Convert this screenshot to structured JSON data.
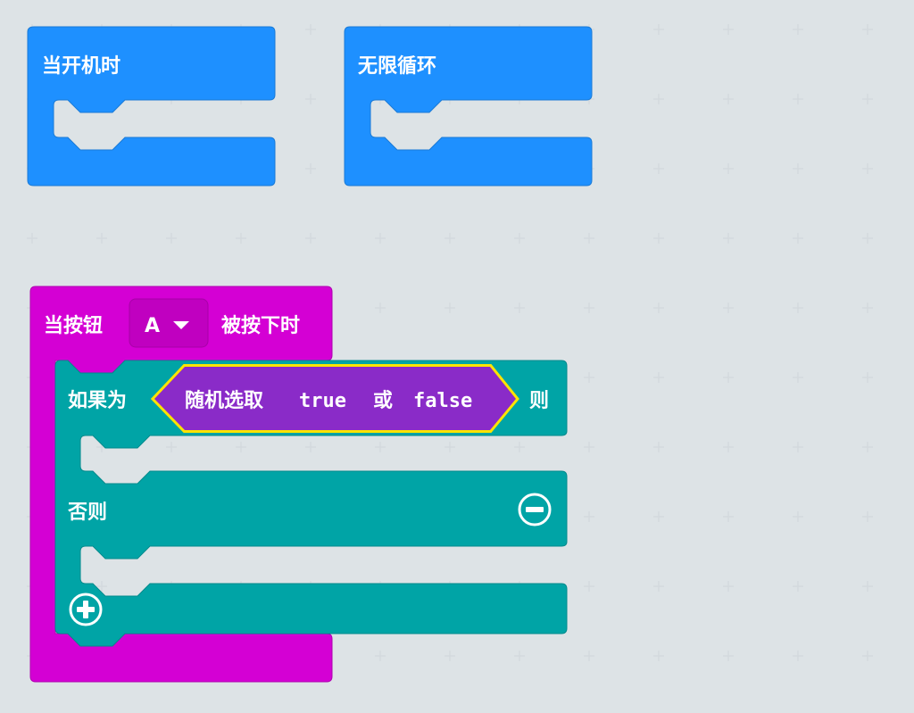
{
  "colors": {
    "workspace": "#ecf0f1",
    "basic_blue": "#1e90ff",
    "input_magenta": "#d400d4",
    "logic_teal": "#00a4a6",
    "random_purple": "#8a2bc8",
    "highlight_yellow": "#ffe400"
  },
  "blocks": {
    "on_start": {
      "label": "当开机时"
    },
    "forever": {
      "label": "无限循环"
    },
    "on_button": {
      "prefix": "当按钮",
      "button_value": "A",
      "suffix": "被按下时"
    },
    "if_else": {
      "if_label": "如果为",
      "then_label": "则",
      "else_label": "否则",
      "remove_icon": "minus-circle-icon",
      "add_icon": "plus-circle-icon"
    },
    "random_bool": {
      "text_a": "随机选取",
      "true_word": "true",
      "or_word": "或",
      "false_word": "false"
    }
  }
}
